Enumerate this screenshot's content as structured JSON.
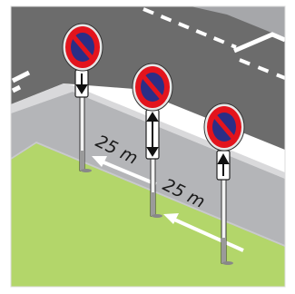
{
  "distance_labels": [
    "25 m",
    "25 m"
  ],
  "signs": [
    {
      "name": "no-parking-sign-1",
      "panel": "arrow-down"
    },
    {
      "name": "no-parking-sign-2",
      "panel": "arrow-both"
    },
    {
      "name": "no-parking-sign-3",
      "panel": "arrow-up"
    }
  ],
  "colors": {
    "road": "#6c6c6c",
    "sidewalk": "#b4b5b8",
    "grass": "#b3d66a",
    "curb": "#d9d9db",
    "sign_red": "#e3141d",
    "sign_blue": "#2b2e86",
    "line_white": "#ffffff"
  }
}
